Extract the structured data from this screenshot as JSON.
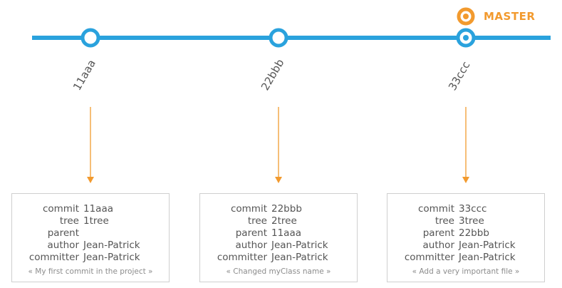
{
  "colors": {
    "timeline": "#2aa2dd",
    "branch": "#f29a2e",
    "arrow": "#f29a2e",
    "box_border": "#cfcfcf",
    "text": "#555555"
  },
  "branch": {
    "name": "MASTER",
    "points_to": "33ccc"
  },
  "commits": [
    {
      "id": "11aaa",
      "fields": [
        {
          "key": "commit",
          "value": "11aaa"
        },
        {
          "key": "tree",
          "value": "1tree"
        },
        {
          "key": "parent",
          "value": ""
        },
        {
          "key": "author",
          "value": "Jean-Patrick"
        },
        {
          "key": "committer",
          "value": "Jean-Patrick"
        }
      ],
      "message": "« My first commit in the project »"
    },
    {
      "id": "22bbb",
      "fields": [
        {
          "key": "commit",
          "value": "22bbb"
        },
        {
          "key": "tree",
          "value": "2tree"
        },
        {
          "key": "parent",
          "value": "11aaa"
        },
        {
          "key": "author",
          "value": "Jean-Patrick"
        },
        {
          "key": "committer",
          "value": "Jean-Patrick"
        }
      ],
      "message": "« Changed myClass name »"
    },
    {
      "id": "33ccc",
      "fields": [
        {
          "key": "commit",
          "value": "33ccc"
        },
        {
          "key": "tree",
          "value": "3tree"
        },
        {
          "key": "parent",
          "value": "22bbb"
        },
        {
          "key": "author",
          "value": "Jean-Patrick"
        },
        {
          "key": "committer",
          "value": "Jean-Patrick"
        }
      ],
      "message": "« Add a very important file »"
    }
  ]
}
